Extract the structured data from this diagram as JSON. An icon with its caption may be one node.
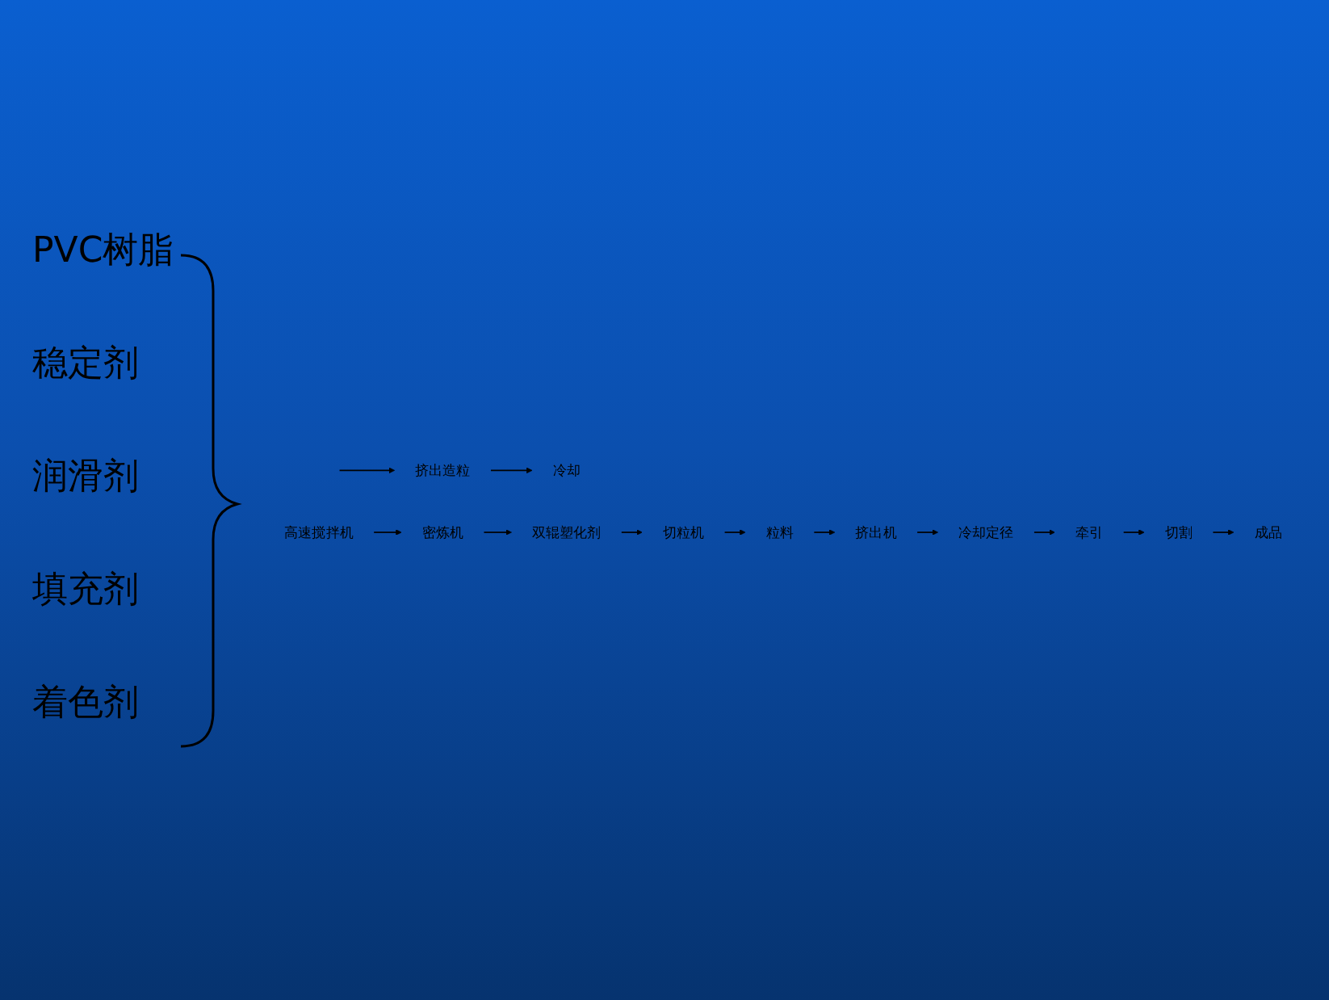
{
  "diagram": {
    "nodes": [
      {
        "text": [
          "挤出造粒"
        ]
      },
      {
        "text": [
          "冷却"
        ]
      },
      {
        "text": [
          "高速搅拌机"
        ]
      },
      {
        "text": [
          "密炼机"
        ]
      },
      {
        "text": [
          "双辊塑化剂"
        ]
      },
      {
        "text": [
          "切粒机"
        ]
      },
      {
        "text": [
          "粒料"
        ]
      },
      {
        "text": [
          "挤出机"
        ]
      },
      {
        "text": [
          "冷却定径"
        ]
      },
      {
        "text": [
          "牵引"
        ]
      },
      {
        "text": [
          "切割"
        ]
      },
      {
        "text": [
          "成品"
        ]
      }
    ],
    "edges": [
      {
        "from": null,
        "to": 0,
        "arrow": "to"
      },
      {
        "from": 0,
        "to": 1,
        "arrow": "to"
      },
      {
        "from": 2,
        "to": 3,
        "arrow": "to"
      },
      {
        "from": 3,
        "to": 4,
        "arrow": "to"
      },
      {
        "from": 4,
        "to": 5,
        "arrow": "to"
      },
      {
        "from": 5,
        "to": 6,
        "arrow": "to"
      },
      {
        "from": 6,
        "to": 7,
        "arrow": "to"
      },
      {
        "from": 7,
        "to": 8,
        "arrow": "to"
      },
      {
        "from": 8,
        "to": 9,
        "arrow": "to"
      },
      {
        "from": 9,
        "to": 10,
        "arrow": "to"
      },
      {
        "from": 10,
        "to": 11,
        "arrow": "to"
      }
    ],
    "labels": [
      "PVC树脂",
      "稳定剂",
      "润滑剂",
      "填充剂",
      "着色剂"
    ]
  }
}
